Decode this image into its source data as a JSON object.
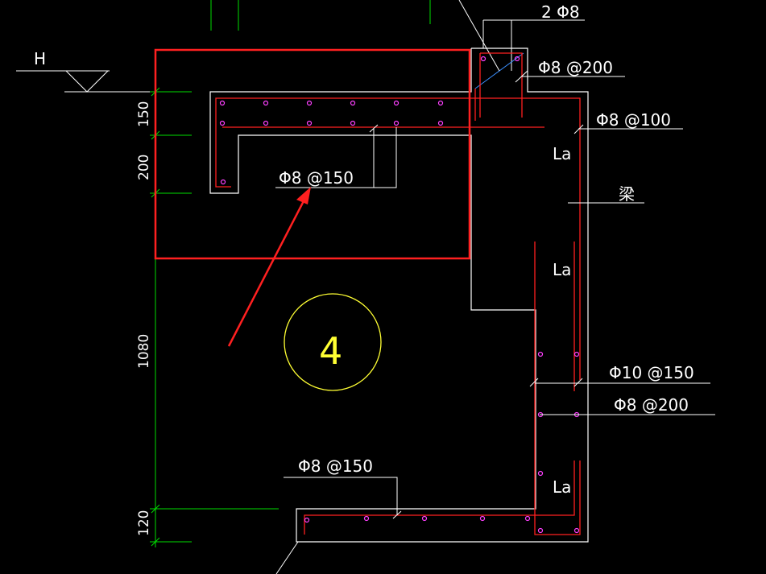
{
  "labels": {
    "level_mark": "H",
    "top_bars": "2 Φ8",
    "corner_stirrup": "Φ8 @200",
    "beam_stirrup": "Φ8 @100",
    "anchor_1": "La",
    "beam": "梁",
    "anchor_2": "La",
    "slab_top_bars": "Φ8 @150",
    "wall_vertical": "Φ10 @150",
    "wall_horizontal": "Φ8 @200",
    "anchor_3": "La",
    "slab_bottom_bars": "Φ8 @150",
    "section_number": "4"
  },
  "dimensions": {
    "top_thickness": "150",
    "ledge_height": "200",
    "wall_height": "1080",
    "bottom_thickness": "120"
  },
  "colors": {
    "background": "#000000",
    "outline": "#ffffff",
    "rebar": "#ff2020",
    "rebar_dot": "#ff40ff",
    "dimension_line": "#00dd00",
    "label": "#ffffff",
    "section_marker": "#ffff33",
    "highlight": "#ff2020",
    "leader_line": "#ffffff"
  }
}
